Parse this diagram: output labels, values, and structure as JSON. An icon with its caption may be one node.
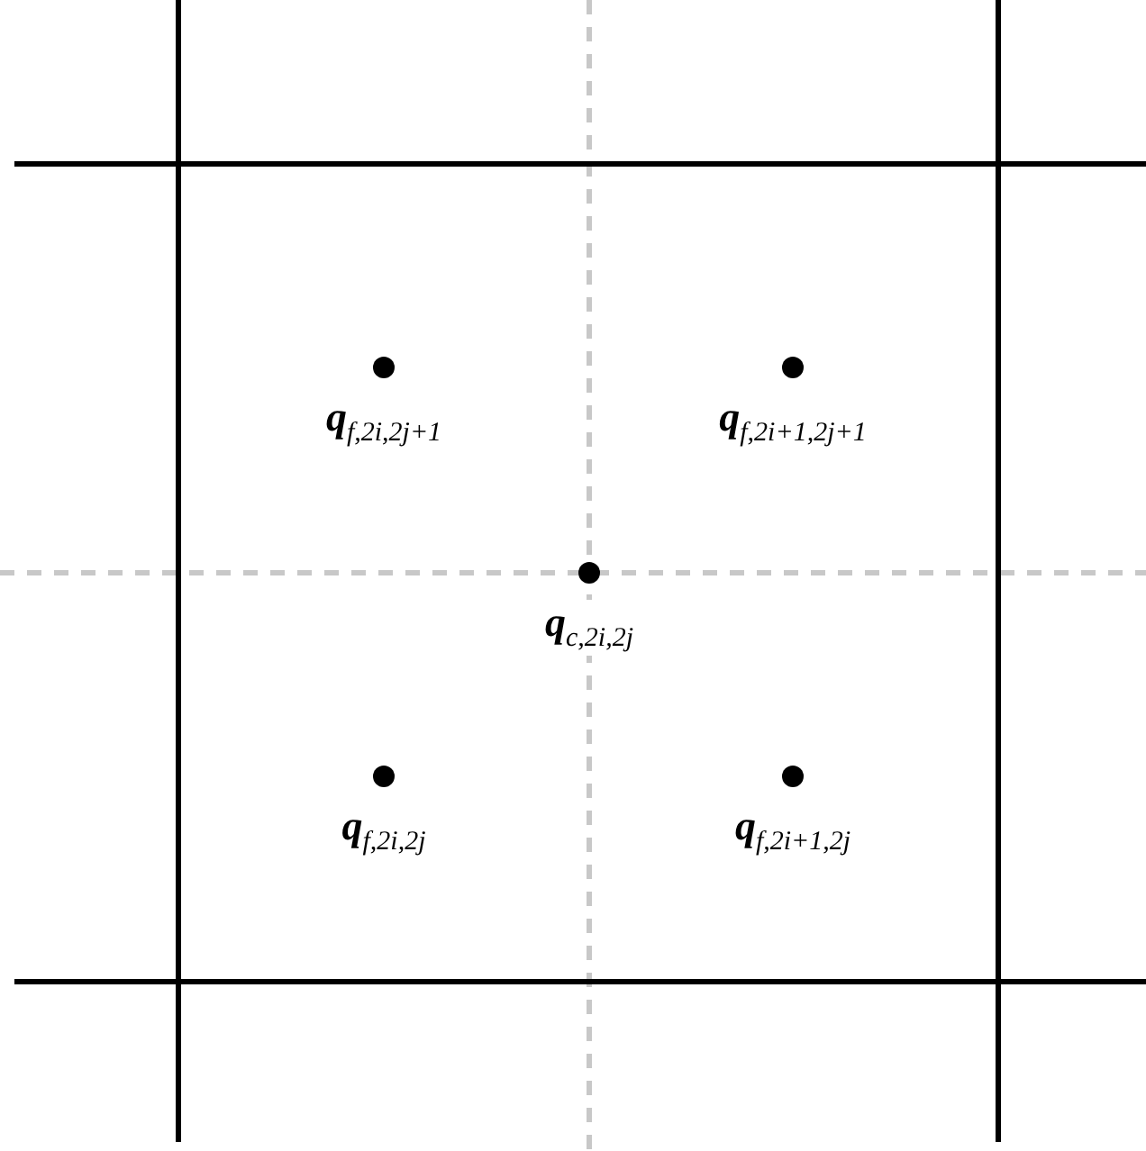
{
  "diagram": {
    "labels": [
      "**q**$_{f,2i,2j+1}$",
      "**q**$_{f,2i+1,2j+1}$",
      "**q**$_{c,2i,2j}$",
      "**q**$_{f,2i,2j}$",
      "**q**$_{f,2i+1,2j}$"
    ]
  }
}
